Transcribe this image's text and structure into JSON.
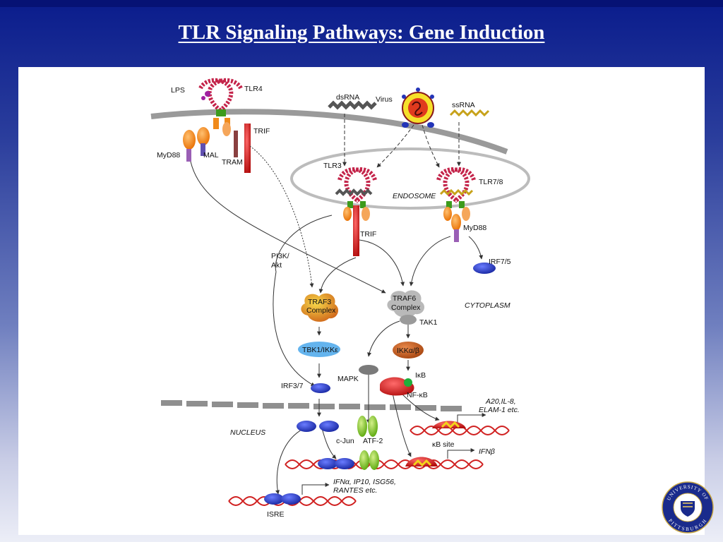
{
  "title": "TLR Signaling Pathways: Gene Induction",
  "labels": {
    "lps": "LPS",
    "tlr4": "TLR4",
    "dsrna": "dsRNA",
    "virus": "Virus",
    "ssrna": "ssRNA",
    "trif_membrane": "TRIF",
    "myd88_membrane": "MyD88",
    "mal": "MAL",
    "tram": "TRAM",
    "tlr3": "TLR3",
    "tlr78": "TLR7/8",
    "endosome": "ENDOSOME",
    "trif_endosome": "TRIF",
    "myd88_endosome": "MyD88",
    "pi3k_line1": "PI3K/",
    "pi3k_line2": "Akt",
    "irf75": "IRF7/5",
    "traf3_line1": "TRAF3",
    "traf3_line2": "Complex",
    "traf6_line1": "TRAF6",
    "traf6_line2": "Complex",
    "cytoplasm": "CYTOPLASM",
    "tak1": "TAK1",
    "tbk1": "TBK1/IKKε",
    "ikk": "IKKα/β",
    "mapk": "MAPK",
    "ikb": "IκB",
    "irf37": "IRF3/7",
    "nfkb": "NF-κB",
    "a20_line1": "A20,IL-8,",
    "a20_line2": "ELAM-1 etc.",
    "nucleus": "NUCLEUS",
    "cjun": "c-Jun",
    "atf2": "ATF-2",
    "kb_site": "κB site",
    "ifnb": "IFNβ",
    "ifna_line1": "IFNα,  IP10, ISG56,",
    "ifna_line2": "RANTES etc.",
    "isre": "ISRE"
  },
  "seal": {
    "top_text": "UNIVERSITY OF",
    "bottom_text": "PITTSBURGH"
  },
  "colors": {
    "myd88": "#f08a1a",
    "trif": "#d81f1f",
    "irf": "#2334b8",
    "nfkb": "#d72a2a",
    "tbk1": "#64b4ee",
    "traf3": "#e09a10",
    "traf6": "#b9b9b9"
  }
}
